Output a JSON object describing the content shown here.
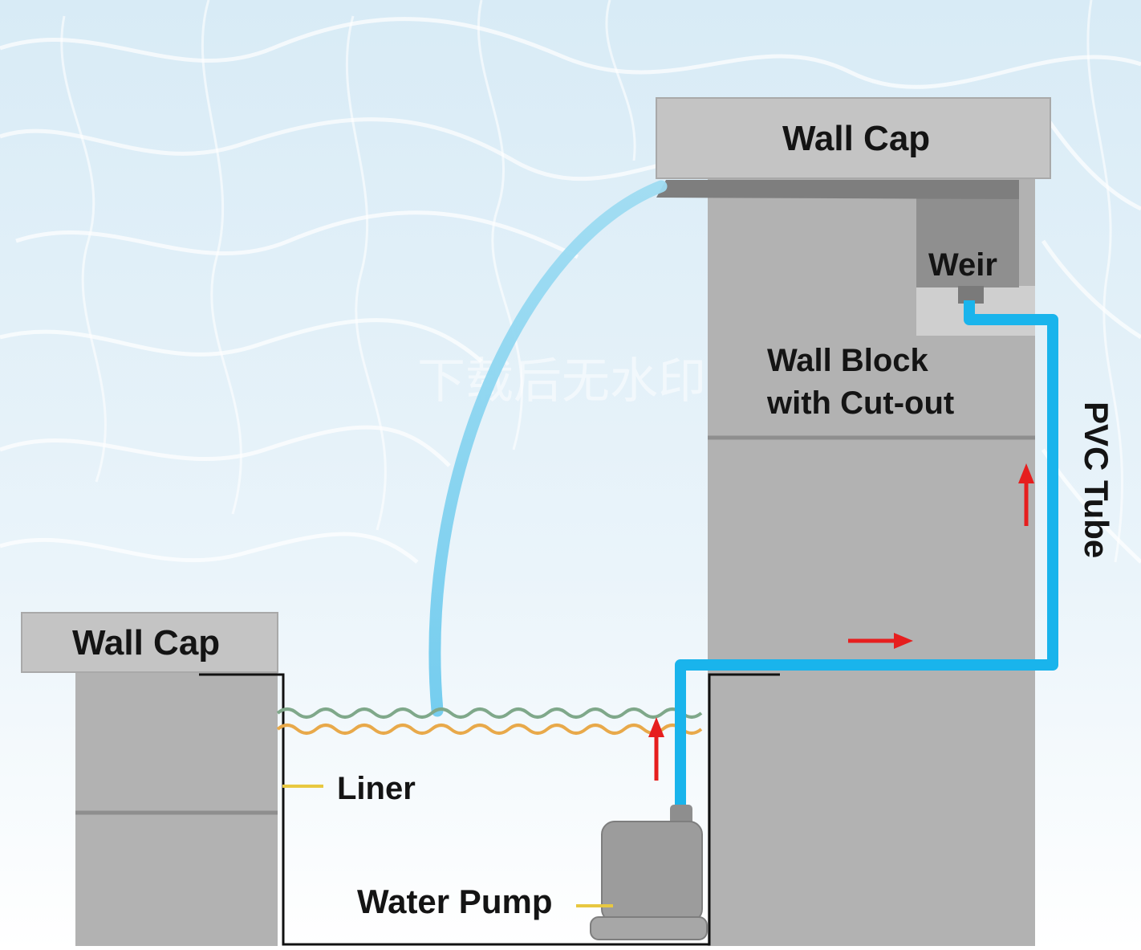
{
  "diagram": {
    "labels": {
      "wall_cap_top": "Wall Cap",
      "weir": "Weir",
      "wall_block_line1": "Wall Block",
      "wall_block_line2": "with Cut-out",
      "pvc_tube": "PVC Tube",
      "wall_cap_left": "Wall Cap",
      "liner": "Liner",
      "water_pump": "Water Pump"
    },
    "watermark": "下载后无水印",
    "colors": {
      "water_stream": "#7fd3f0",
      "pvc_tube": "#19b4ec",
      "flow_arrow": "#e61e1e",
      "water_surface": "#7fa88a",
      "liner_line": "#e8a94a",
      "leader_line": "#e8c840",
      "wall": "#b2b2b2",
      "wall_cap": "#c4c4c4",
      "weir": "#8f8f8f",
      "pump": "#9c9c9c"
    }
  }
}
